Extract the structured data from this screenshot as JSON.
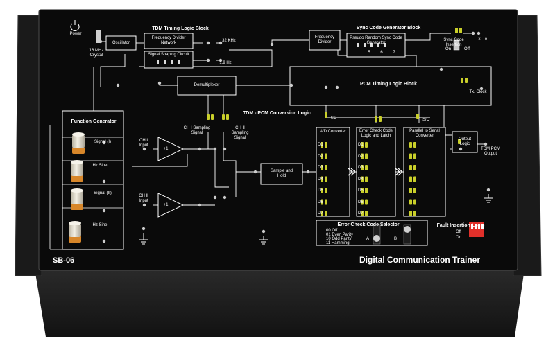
{
  "power_label": "Power",
  "crystal_label": "16 MHz Crystal",
  "oscillator_label": "Oscillator",
  "tdm_block_title": "TDM Timing Logic Block",
  "freq_divider_network_label": "Frequency Divider Network",
  "signal_shaping_label": "Signal Shaping Circuit",
  "khz_label": "32 KHz",
  "one_nine_hz_label": "1.9 Hz",
  "demux_label": "Demultiplexer",
  "sync_block_title": "Sync Code Generator Block",
  "freq_divider_label": "Frequency Divider",
  "pseudo_random_label": "Pseudo Random Sync Code Generator",
  "sync_digits": [
    "5",
    "6",
    "7"
  ],
  "sync_code_insertion_label": "Sync Code Insertion",
  "on_label": "On",
  "off_label": "Off",
  "tx_to_label": "Tx. To",
  "pcm_timing_block_title": "PCM Timing Logic Block",
  "tx_clock_label": "Tx. Clock",
  "function_generator_title": "Function Generator",
  "fg_rows": [
    "Signal (I)",
    "Hz Sine",
    "Signal (II)",
    "Hz Sine"
  ],
  "tdm_pcm_title": "TDM - PCM Conversion Logic",
  "sc_label": "SC",
  "s_c_label": "S/C",
  "ch1_input_label": "CH I Input",
  "ch2_input_label": "CH II Input",
  "amp_label": "+1",
  "ch1_sampling_label": "CH I Sampling Signal",
  "ch2_sampling_label": "CH II Sampling Signal",
  "sample_hold_label": "Sample and Hold",
  "ad_converter_label": "A/D Converter",
  "error_check_latch_label": "Error Check Code Logic and Latch",
  "parallel_serial_label": "Parallel to Serial Converter",
  "output_logic_label": "Output Logic",
  "tdm_pcm_output_label": "TDM PCM Output",
  "data_bits": [
    "D1",
    "D2",
    "D3",
    "D4",
    "D5",
    "D6",
    "D7"
  ],
  "error_check_selector_title": "Error Check Code Selector",
  "selector_rows": [
    "00      Off",
    "01   Even Parity",
    "10   Odd Parity",
    "11   Hamming"
  ],
  "switch_a_label": "A",
  "switch_b_label": "B",
  "fault_insertion_label": "Fault Insertion Logic",
  "fault_off_label": "Off",
  "fault_on_label": "On",
  "model_label": "SB-06",
  "product_title": "Digital Communication Trainer",
  "colors": {
    "panel": "#0a0a0a",
    "case": "#1c1c1c",
    "led": "#c9cf2a",
    "dip": "#e0302a",
    "knob_cap": "#e8e2cf",
    "knob_base": "#d8872a"
  }
}
